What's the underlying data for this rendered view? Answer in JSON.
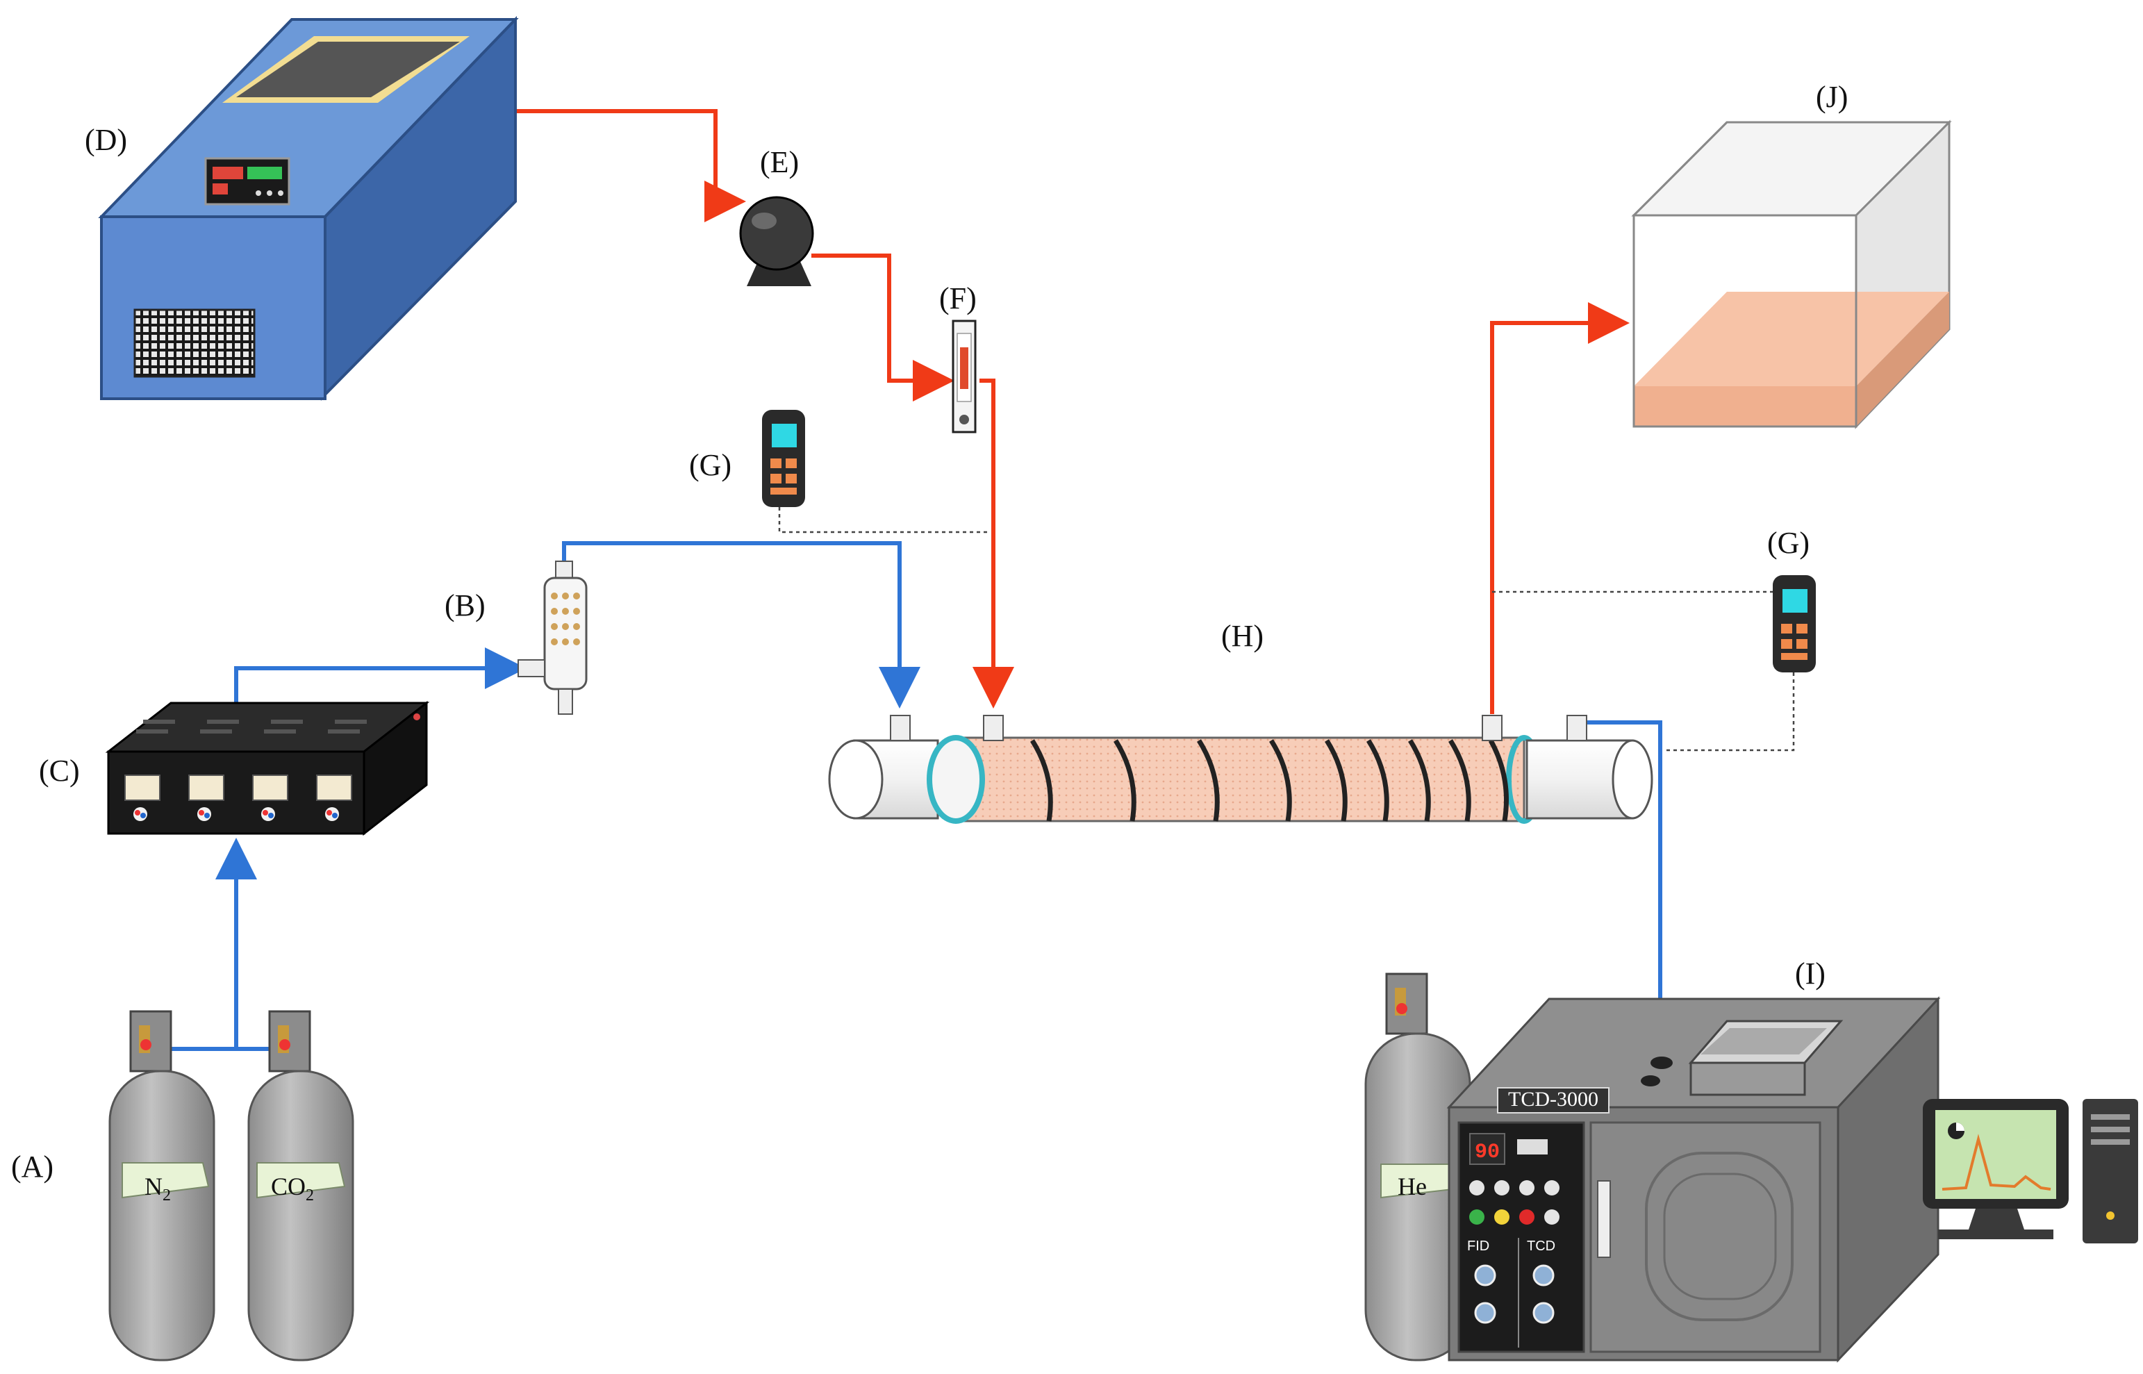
{
  "labels": {
    "A": "(A)",
    "B": "(B)",
    "C": "(C)",
    "D": "(D)",
    "E": "(E)",
    "F": "(F)",
    "G1": "(G)",
    "G2": "(G)",
    "H": "(H)",
    "I": "(I)",
    "J": "(J)"
  },
  "cylinders": {
    "n2": "N",
    "n2_sub": "2",
    "co2": "CO",
    "co2_sub": "2",
    "he": "He"
  },
  "gc": {
    "model": "TCD-3000",
    "display": "90",
    "panel_left": "FID",
    "panel_right": "TCD"
  },
  "colors": {
    "liquid_line": "#f03a17",
    "gas_line": "#2f75d6",
    "chiller_blue": "#4a7fc9",
    "reactor_fill": "#f6c9b4",
    "tank_liquid": "#f4b293"
  }
}
